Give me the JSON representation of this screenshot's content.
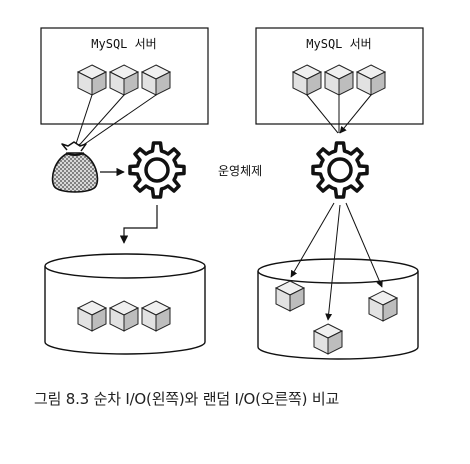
{
  "left_panel": {
    "server_label": "MySQL 서버"
  },
  "right_panel": {
    "server_label": "MySQL 서버"
  },
  "os_label": "운영체제",
  "caption": "그림 8.3 순차 I/O(왼쪽)와 랜덤 I/O(오른쪽) 비교"
}
